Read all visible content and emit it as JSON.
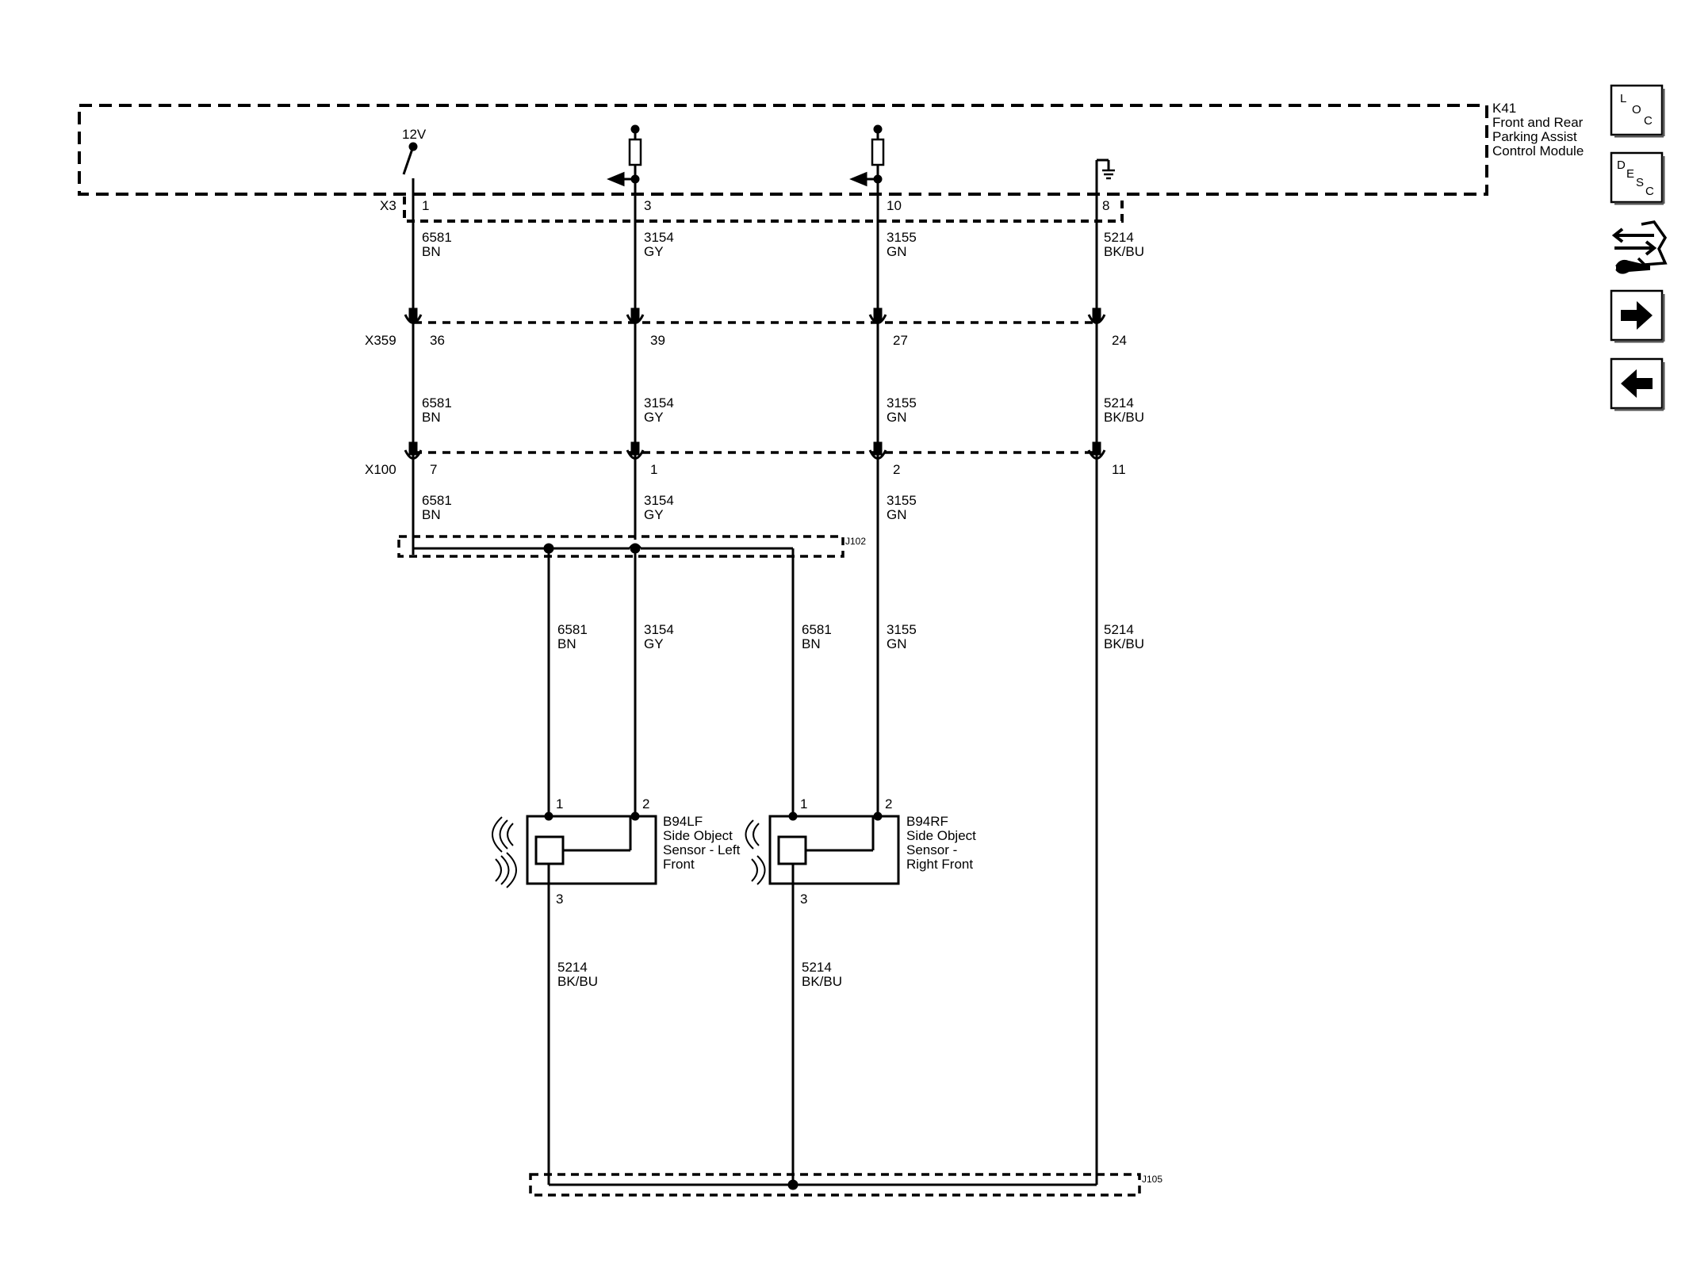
{
  "module": {
    "id": "K41",
    "name_lines": [
      "Front and Rear",
      "Parking Assist",
      "Control Module"
    ],
    "supply_label": "12V"
  },
  "connectors": {
    "x3": "X3",
    "x359": "X359",
    "x100": "X100",
    "j102": "J102",
    "j105": "J105"
  },
  "circuits": [
    {
      "wire_number": "6581",
      "color": "BN",
      "x3_pin": "1",
      "x359_pin": "36",
      "x100_pin": "7"
    },
    {
      "wire_number": "3154",
      "color": "GY",
      "x3_pin": "3",
      "x359_pin": "39",
      "x100_pin": "1"
    },
    {
      "wire_number": "3155",
      "color": "GN",
      "x3_pin": "10",
      "x359_pin": "27",
      "x100_pin": "2"
    },
    {
      "wire_number": "5214",
      "color": "BK/BU",
      "x3_pin": "8",
      "x359_pin": "24",
      "x100_pin": "11"
    }
  ],
  "sensors": [
    {
      "id": "B94LF",
      "name_lines": [
        "Side Object",
        "Sensor - Left",
        "Front"
      ],
      "pin1": "1",
      "pin2": "2",
      "pin3": "3"
    },
    {
      "id": "B94RF",
      "name_lines": [
        "Side Object",
        "Sensor -",
        "Right Front"
      ],
      "pin1": "1",
      "pin2": "2",
      "pin3": "3"
    }
  ],
  "nav": {
    "loc": [
      "L",
      "O",
      "C"
    ],
    "desc": [
      "D",
      "E",
      "S",
      "C"
    ],
    "icons": [
      "connector-wrench-icon",
      "arrow-right-icon",
      "arrow-left-icon"
    ]
  }
}
